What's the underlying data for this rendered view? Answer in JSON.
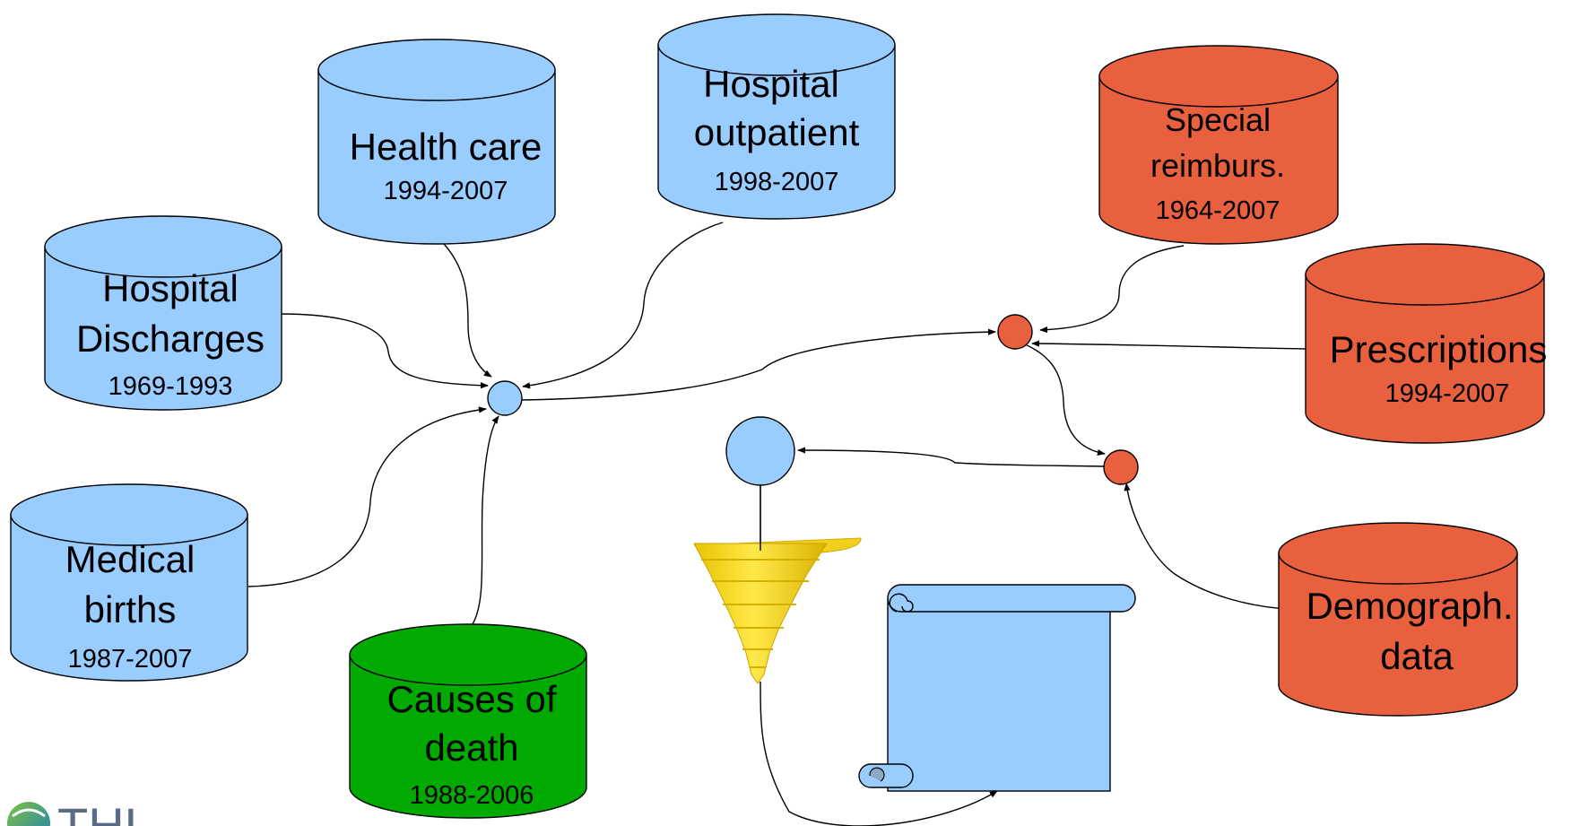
{
  "colors": {
    "registry_blue": "#99ccff",
    "registry_red": "#e9603e",
    "registry_green": "#00aa00",
    "funnel_yellow": "#f7d72a"
  },
  "databases": {
    "health_care": {
      "name": "Health care",
      "years": "1994-2007"
    },
    "hospital_outpatient": {
      "line1": "Hospital",
      "line2": "outpatient",
      "years": "1998-2007"
    },
    "hospital_discharges": {
      "line1": "Hospital",
      "line2": "Discharges",
      "years": "1969-1993"
    },
    "medical_births": {
      "line1": "Medical",
      "line2": "births",
      "years": "1987-2007"
    },
    "causes_of_death": {
      "line1": "Causes of",
      "line2": "death",
      "years": "1988-2006"
    },
    "special_reimbursements": {
      "line1": "Special",
      "line2": "reimburs.",
      "years": "1964-2007"
    },
    "prescriptions": {
      "name": "Prescriptions",
      "years": "1994-2007"
    },
    "demographic_data": {
      "line1": "Demograph.",
      "line2": "data"
    }
  },
  "logo": {
    "text": "THL"
  },
  "icons": {
    "funnel": "funnel-icon",
    "scroll": "scroll-document-icon"
  }
}
